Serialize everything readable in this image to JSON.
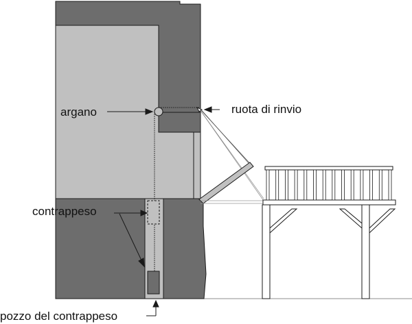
{
  "labels": {
    "winch": "argano",
    "return_pulley": "ruota di rinvio",
    "counterweight": "contrappeso",
    "counterweight_shaft": "pozzo del contrappeso"
  },
  "colors": {
    "wall_dark": "#6d6d6d",
    "wall_light": "#c0c0c0",
    "line": "#1a1a1a",
    "background": "#ffffff"
  }
}
